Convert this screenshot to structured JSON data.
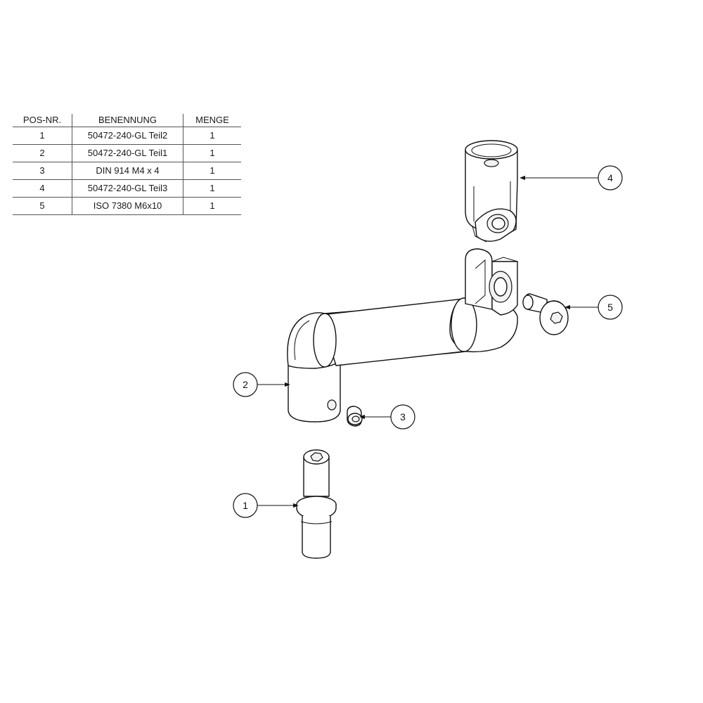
{
  "bom": {
    "headers": {
      "pos": "POS-NR.",
      "name": "BENENNUNG",
      "qty": "MENGE"
    },
    "rows": [
      {
        "pos": "1",
        "name": "50472-240-GL Teil2",
        "qty": "1"
      },
      {
        "pos": "2",
        "name": "50472-240-GL Teil1",
        "qty": "1"
      },
      {
        "pos": "3",
        "name": "DIN 914 M4 x 4",
        "qty": "1"
      },
      {
        "pos": "4",
        "name": "50472-240-GL Teil3",
        "qty": "1"
      },
      {
        "pos": "5",
        "name": "ISO 7380 M6x10",
        "qty": "1"
      }
    ]
  },
  "balloons": {
    "b1": "1",
    "b2": "2",
    "b3": "3",
    "b4": "4",
    "b5": "5"
  }
}
